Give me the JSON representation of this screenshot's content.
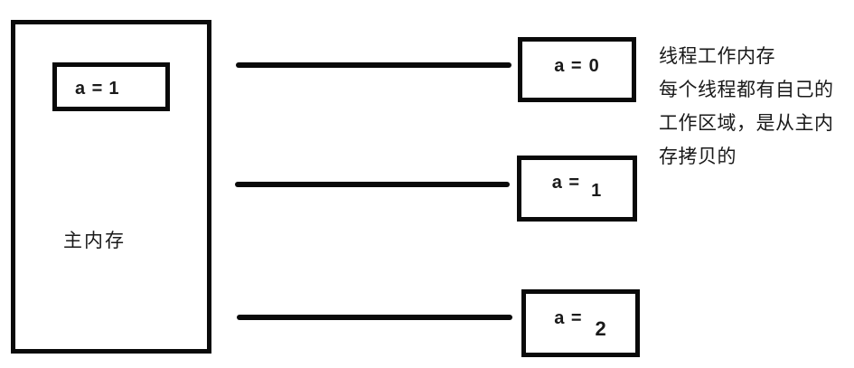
{
  "main_memory": {
    "label": "主内存",
    "variable": {
      "label": "a =",
      "value": "1"
    }
  },
  "threads": [
    {
      "label": "a =",
      "value": "0"
    },
    {
      "label": "a =",
      "value": "1"
    },
    {
      "label": "a =",
      "value": "2"
    }
  ],
  "annotation": {
    "lines": [
      "线程工作内存",
      "每个线程都有自己的",
      "工作区域，是从主内",
      "存拷贝的"
    ]
  },
  "colors": {
    "stroke": "#0a0a0a",
    "background": "#ffffff"
  }
}
